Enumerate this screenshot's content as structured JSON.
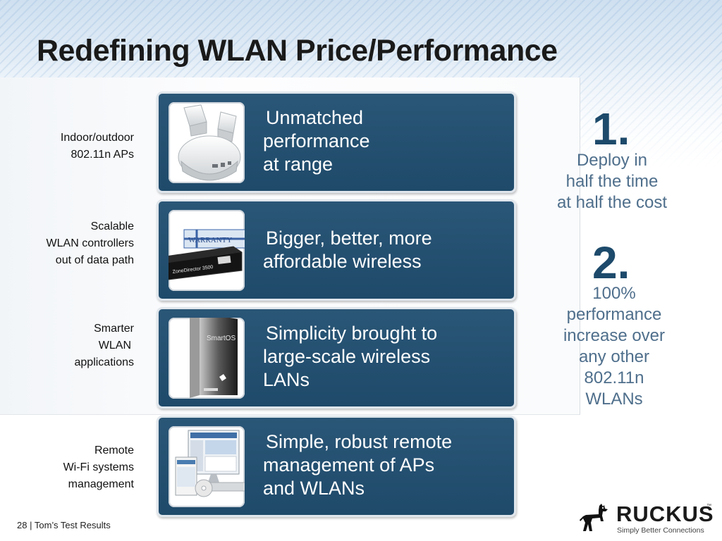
{
  "slide": {
    "title": "Redefining WLAN Price/Performance"
  },
  "rows": [
    {
      "caption": [
        "Indoor/outdoor",
        "802.11n APs"
      ],
      "text": [
        "Unmatched",
        "performance",
        "at range"
      ],
      "image_icon": "access-points-icon"
    },
    {
      "caption": [
        "Scalable",
        "WLAN controllers",
        "out of data path"
      ],
      "text": [
        "Bigger, better, more",
        "affordable wireless"
      ],
      "image_icon": "zonedirector-controller-icon",
      "warranty_label": "WARRANTY",
      "device_label": "ZoneDirector 3500"
    },
    {
      "caption": [
        "Smarter",
        "WLAN",
        "applications"
      ],
      "text": [
        "Simplicity brought to",
        "large-scale wireless",
        "LANs"
      ],
      "image_icon": "smartos-software-box-icon",
      "box_label": "SmartOS"
    },
    {
      "caption": [
        "Remote",
        "Wi-Fi systems",
        "management"
      ],
      "text": [
        "Simple, robust remote",
        "management of APs",
        "and WLANs"
      ],
      "image_icon": "flexmaster-software-icon"
    }
  ],
  "claims": [
    {
      "number": "1.",
      "lines": [
        "Deploy in",
        "half the time",
        "at half the cost"
      ]
    },
    {
      "number": "2.",
      "lines": [
        "100%",
        "performance",
        "increase over",
        "any other",
        "802.11n",
        "WLANs"
      ]
    }
  ],
  "footer": {
    "page_number": "28",
    "separator": " | ",
    "source": "Tom’s Test Results"
  },
  "logo": {
    "wordmark": "RUCKUS",
    "trademark": "™",
    "tagline": "Simply Better Connections",
    "icon": "ruckus-dog-icon"
  }
}
